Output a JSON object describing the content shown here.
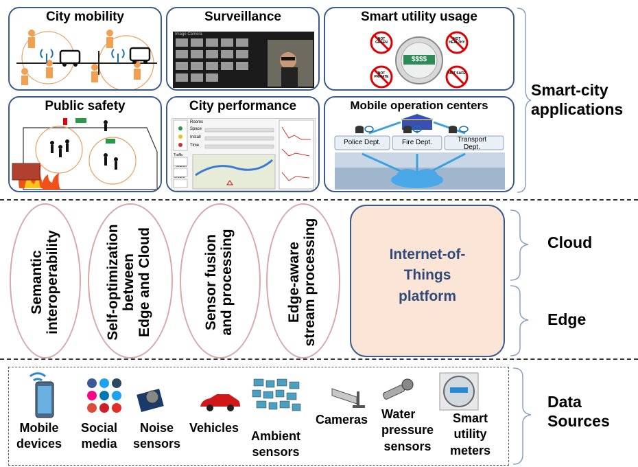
{
  "applications": {
    "panels": [
      {
        "title": "City mobility"
      },
      {
        "title": "Surveillance"
      },
      {
        "title": "Smart utility usage"
      },
      {
        "title": "Public safety"
      },
      {
        "title": "City performance"
      },
      {
        "title": "Mobile operation centers"
      }
    ],
    "surveillance_caption": "Image Camera",
    "meter_display": "$$$$",
    "meter_signs": [
      "NOT GREEN",
      "NOT HEALTHY",
      "NOT PRIVATE",
      "NOT SAFE"
    ],
    "departments": [
      "Police Dept.",
      "Fire Dept.",
      "Transport Dept."
    ],
    "perf_labels": [
      "Rooms",
      "Space",
      "Install",
      "Time",
      "Traffic",
      "Pollution",
      "Ground"
    ],
    "side_label": "Smart-city applications"
  },
  "middle": {
    "functions": [
      {
        "lines": [
          "Semantic",
          "interoperability"
        ]
      },
      {
        "lines": [
          "Self-optimization",
          "between",
          "Edge and Cloud"
        ]
      },
      {
        "lines": [
          "Sensor fusion",
          "and processing"
        ]
      },
      {
        "lines": [
          "Edge-aware",
          "stream processing"
        ]
      }
    ],
    "platform": [
      "Internet-of-",
      "Things",
      "platform"
    ],
    "cloud_label": "Cloud",
    "edge_label": "Edge"
  },
  "sources": {
    "items": [
      {
        "label": [
          "Mobile",
          "devices"
        ],
        "icon": "smartphone-icon"
      },
      {
        "label": [
          "Social",
          "media"
        ],
        "icon": "social-media-icon"
      },
      {
        "label": [
          "Noise",
          "sensors"
        ],
        "icon": "noise-sensor-icon"
      },
      {
        "label": [
          "Vehicles"
        ],
        "icon": "car-icon"
      },
      {
        "label": [
          "Ambient",
          "sensors"
        ],
        "icon": "sensor-board-icon"
      },
      {
        "label": [
          "Cameras"
        ],
        "icon": "camera-icon"
      },
      {
        "label": [
          "Water",
          "pressure",
          "sensors"
        ],
        "icon": "pressure-sensor-icon"
      },
      {
        "label": [
          "Smart",
          "utility",
          "meters"
        ],
        "icon": "meter-icon"
      }
    ],
    "side_label": [
      "Data",
      "Sources"
    ]
  },
  "colors": {
    "panel_border": "#3a5a8c",
    "platform_fill": "#fbe5d6",
    "platform_text": "#2f4a7a",
    "ellipse_border": "#d8a8ac"
  }
}
